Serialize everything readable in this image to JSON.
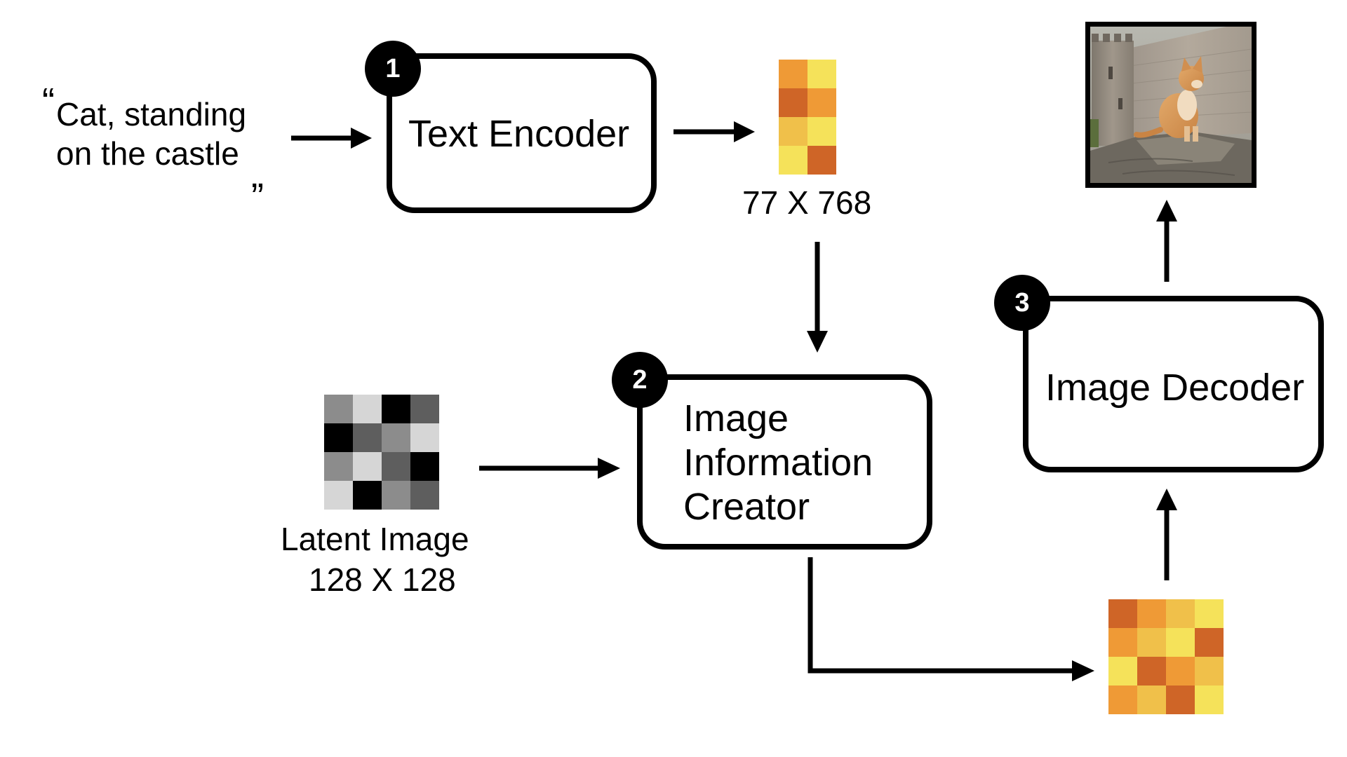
{
  "prompt": {
    "open_quote": "“",
    "line1": "Cat, standing",
    "line2": "on the castle",
    "close_quote": "„"
  },
  "text_encoder": {
    "badge": "1",
    "label": "Text Encoder"
  },
  "text_embedding": {
    "label": "77 X 768",
    "grid_colors": [
      [
        "#ef9a36",
        "#f5e25a"
      ],
      [
        "#cf6527",
        "#ef9a36"
      ],
      [
        "#f0c04a",
        "#f5e25a"
      ],
      [
        "#f5e25a",
        "#cf6527"
      ]
    ]
  },
  "latent_image": {
    "label_line1": "Latent Image",
    "label_line2": "128 X 128",
    "grid_colors": [
      [
        "#8c8c8c",
        "#d6d6d6",
        "#000000",
        "#5e5e5e"
      ],
      [
        "#000000",
        "#5e5e5e",
        "#8c8c8c",
        "#d6d6d6"
      ],
      [
        "#8c8c8c",
        "#d6d6d6",
        "#5e5e5e",
        "#000000"
      ],
      [
        "#d6d6d6",
        "#000000",
        "#8c8c8c",
        "#5e5e5e"
      ]
    ]
  },
  "image_information_creator": {
    "badge": "2",
    "line1": "Image",
    "line2": "Information",
    "line3": "Creator"
  },
  "processed_latent": {
    "grid_colors": [
      [
        "#cf6527",
        "#ef9a36",
        "#f0c04a",
        "#f5e25a"
      ],
      [
        "#ef9a36",
        "#f0c04a",
        "#f5e25a",
        "#cf6527"
      ],
      [
        "#f5e25a",
        "#cf6527",
        "#ef9a36",
        "#f0c04a"
      ],
      [
        "#ef9a36",
        "#f0c04a",
        "#cf6527",
        "#f5e25a"
      ]
    ]
  },
  "image_decoder": {
    "badge": "3",
    "label": "Image Decoder"
  },
  "output_image": {
    "subject": "cat-on-castle-photo"
  },
  "colors": {
    "stroke": "#000000",
    "badge_fill": "#000000",
    "badge_text": "#ffffff"
  }
}
